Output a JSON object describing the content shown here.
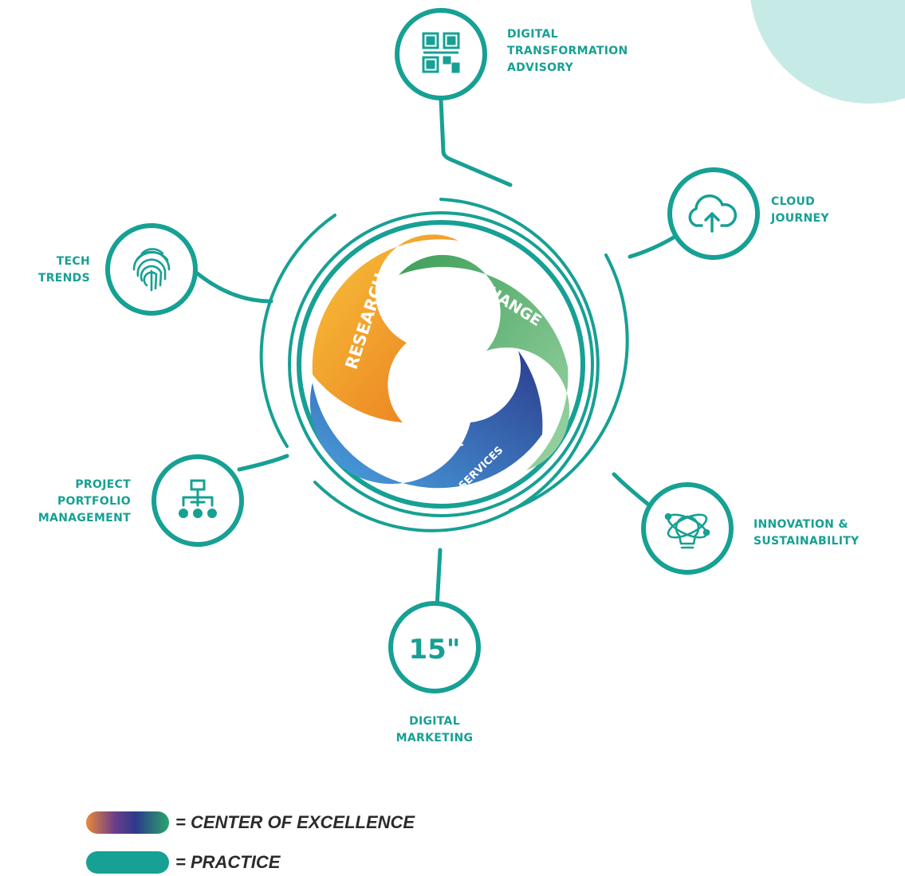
{
  "colors": {
    "teal": "#17a094",
    "mint_blob": "#c6ebe6",
    "research": "#f08a22",
    "change": "#4fae6c",
    "professional_services": "#2f6fc2",
    "legend_text": "#2b2b2b"
  },
  "center": {
    "segments": [
      {
        "label": "RESEARCH",
        "color": "#f08a22"
      },
      {
        "label": "CHANGE",
        "color": "#4fae6c"
      },
      {
        "label": "PROFESSIONAL",
        "color": "#2f6fc2"
      },
      {
        "label": "SERVICES",
        "color": "#2f6fc2"
      }
    ]
  },
  "practices": [
    {
      "id": "digital-transformation-advisory",
      "lines": [
        "DIGITAL",
        "TRANSFORMATION",
        "ADVISORY"
      ],
      "icon": "qr-code-icon"
    },
    {
      "id": "cloud-journey",
      "lines": [
        "CLOUD",
        "JOURNEY"
      ],
      "icon": "cloud-upload-icon"
    },
    {
      "id": "tech-trends",
      "lines": [
        "TECH",
        "TRENDS"
      ],
      "icon": "fingerprint-icon"
    },
    {
      "id": "project-portfolio-management",
      "lines": [
        "PROJECT",
        "PORTFOLIO",
        "MANAGEMENT"
      ],
      "icon": "org-chart-icon"
    },
    {
      "id": "innovation-sustainability",
      "lines": [
        "INNOVATION &",
        "SUSTAINABILITY"
      ],
      "icon": "atom-bulb-icon"
    },
    {
      "id": "digital-marketing",
      "lines": [
        "DIGITAL",
        "MARKETING"
      ],
      "icon": "fifteen-seconds-icon",
      "icon_text": "15\""
    }
  ],
  "legend": [
    {
      "label": "= CENTER OF EXCELLENCE",
      "swatch": "gradient"
    },
    {
      "label": "= PRACTICE",
      "swatch": "#17a094"
    }
  ]
}
